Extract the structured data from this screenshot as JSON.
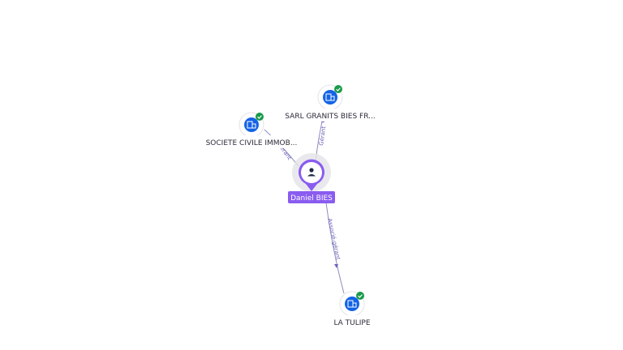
{
  "graph": {
    "center": {
      "name": "Daniel BIES",
      "icon": "person-icon"
    },
    "companies": [
      {
        "name": "SARL GRANITS BIES FR...",
        "icon": "company-building-icon",
        "status": "verified-check-icon",
        "edge_label": "Gérant"
      },
      {
        "name": "SOCIETE CIVILE IMMOB...",
        "icon": "company-building-icon",
        "status": "verified-check-icon",
        "edge_label": "Gérant"
      },
      {
        "name": "LA TULIPE",
        "icon": "company-building-icon",
        "status": "verified-check-icon",
        "edge_label": "Associé-gérant"
      }
    ]
  },
  "colors": {
    "company_icon": "#1463e6",
    "check_badge": "#1a9a4a",
    "person_accent": "#8a5cf0",
    "person_halo": "#e3e3e8",
    "edge": "#8e8bbf",
    "edge_label": "#6a63b8"
  }
}
